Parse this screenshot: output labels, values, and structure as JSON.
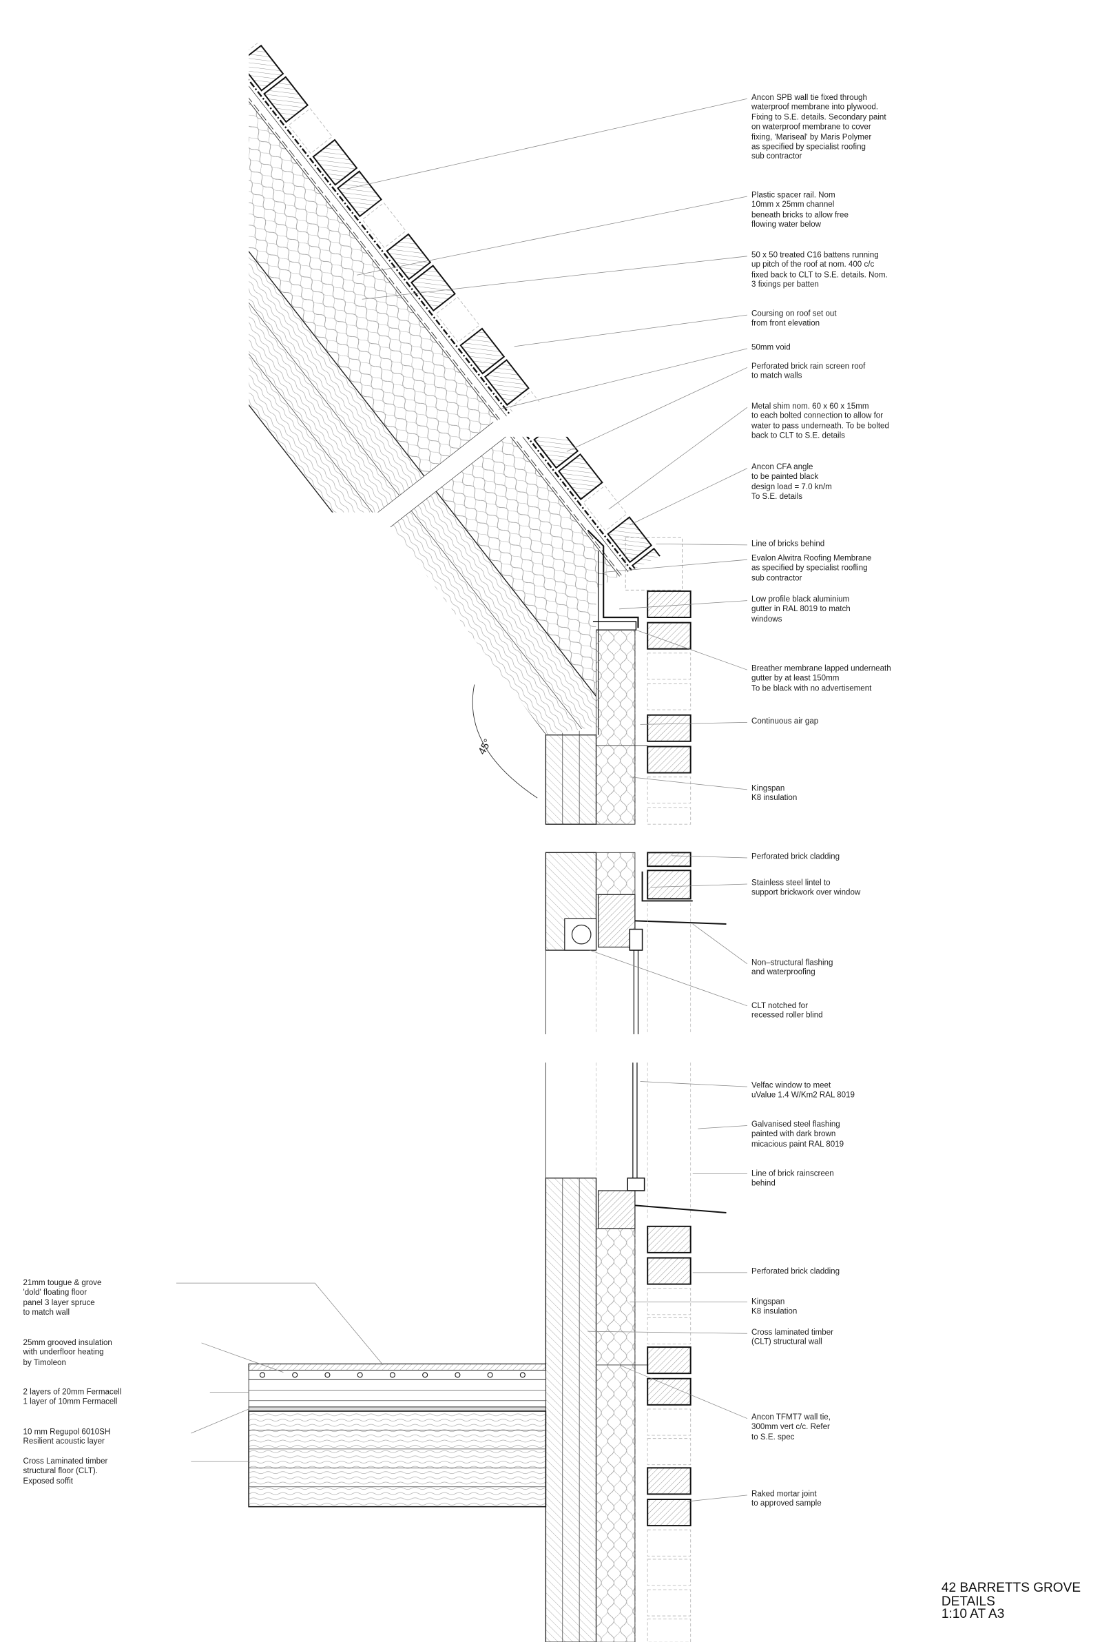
{
  "right_notes": [
    "Ancon  SPB  wall tie  fixed  through\nwaterproof membrane  into  plywood.\nFixing  to  S.E. details. Secondary  paint\non  waterproof membrane  to  cover\nfixing, 'Mariseal' by  Maris  Polymer\nas  specified  by  specialist roofing\nsub  contractor",
    "Plastic  spacer rail. Nom\n10mm   x 25mm   channel\nbeneath  bricks  to  allow  free\nflowing  water below",
    "50  x  50  treated  C16  battens  running\nup  pitch  of the  roof at nom. 400  c/c\nfixed  back  to  CLT  to  S.E. details. Nom.\n3  fixings  per batten",
    "Coursing  on  roof set out\nfrom   front elevation",
    "50mm   void",
    "Perforated  brick  rain  screen  roof\nto  match  walls",
    "Metal shim   nom. 60  x  60  x  15mm\nto  each  bolted  connection  to  allow  for\nwater to  pass  underneath. To  be  bolted\nback  to  CLT  to  S.E. details",
    "Ancon  CFA  angle\nto  be  painted  black\ndesign  load  =    7.0  kn/m\nTo  S.E. details",
    "Line  of bricks  behind",
    "Evalon  Alwitra  Roofing  Membrane\nas  specified  by  specialist roofling\nsub  contractor",
    "Low  profile  black  aluminium\ngutter in  RAL  8019  to  match\nwindows",
    "Breather membrane  lapped  underneath\ngutter by  at least 150mm\nTo  be  black  with  no  advertisement",
    "Continuous  air gap",
    "Kingspan\nK8  insulation",
    "Perforated  brick  cladding",
    "Stainless  steel lintel to\nsupport brickwork  over window",
    "Non–structural flashing\nand  waterproofing",
    "CLT  notched  for\nrecessed  roller blind",
    "Velfac  window  to  meet\nuValue  1.4  W/Km2  RAL  8019",
    "Galvanised  steel flashing\npainted  with  dark  brown\nmicacious  paint RAL  8019",
    "Line  of brick  rainscreen\nbehind",
    "Perforated  brick  cladding",
    "Kingspan\nK8  insulation",
    "Cross  laminated  timber\n(CLT) structural wall",
    "Ancon  TFMT7  wall tie,\n300mm    vert c/c. Refer\nto  S.E. spec",
    "Raked  mortar joint\nto  approved  sample"
  ],
  "left_notes": [
    "21mm   tougue  &  grove\n'dold' floating  floor\npanel 3  layer spruce\nto  match  wall",
    "25mm   grooved  insulation\nwith  underfloor heating\nby  Timoleon",
    "2  layers  of 20mm   Fermacell\n1 layer of 10mm   Fermacell",
    "10  mm   Regupol 6010SH\nResilient acoustic  layer",
    "Cross  Laminated  timber\nstructural floor (CLT).\nExposed  soffit"
  ],
  "angle_label": "45°",
  "title_block": {
    "project": "42 BARRETTS GROVE",
    "sheet": "DETAILS",
    "scale": "1:10 AT A3"
  }
}
